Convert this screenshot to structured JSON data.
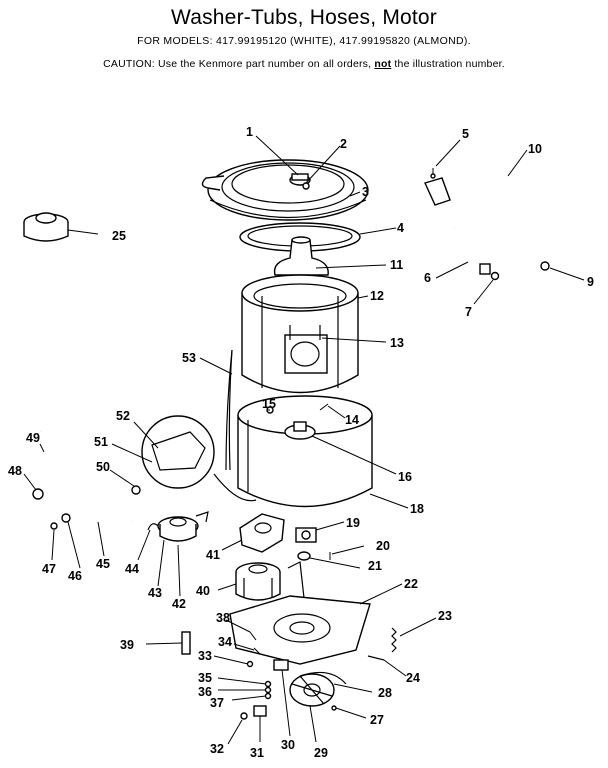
{
  "header": {
    "title": "Washer-Tubs, Hoses, Motor",
    "models": "FOR MODELS: 417.99195120 (WHITE), 417.99195820 (ALMOND).",
    "caution_prefix": "CAUTION:  Use the Kenmore part number on all orders, ",
    "caution_emph": "not",
    "caution_suffix": " the illustration number."
  },
  "parts": [
    "1",
    "2",
    "3",
    "4",
    "5",
    "6",
    "7",
    "9",
    "10",
    "11",
    "12",
    "13",
    "14",
    "15",
    "16",
    "18",
    "19",
    "20",
    "21",
    "22",
    "23",
    "24",
    "25",
    "27",
    "28",
    "29",
    "30",
    "31",
    "32",
    "33",
    "34",
    "35",
    "36",
    "37",
    "38",
    "39",
    "40",
    "41",
    "42",
    "43",
    "44",
    "45",
    "46",
    "47",
    "48",
    "49",
    "50",
    "51",
    "52",
    "53"
  ]
}
